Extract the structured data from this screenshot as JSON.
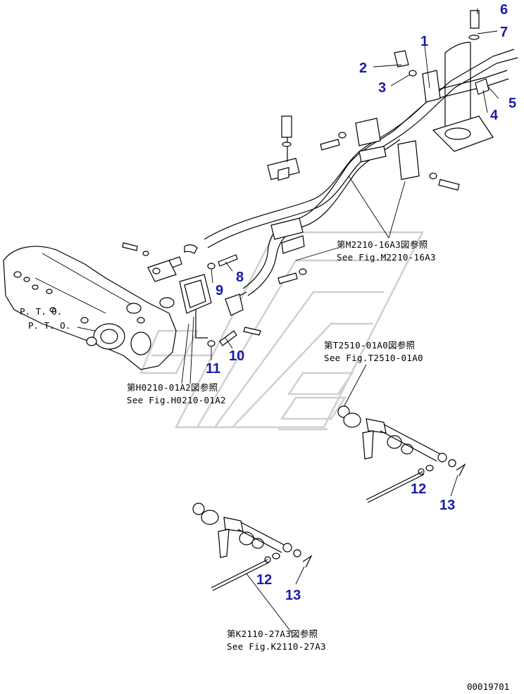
{
  "callouts": [
    "1",
    "2",
    "3",
    "4",
    "5",
    "6",
    "7",
    "8",
    "9",
    "10",
    "11",
    "12",
    "13",
    "12",
    "13"
  ],
  "references": [
    {
      "jp": "第M2210-16A3図参照",
      "en": "See Fig.M2210-16A3"
    },
    {
      "jp": "第T2510-01A0図参照",
      "en": "See Fig.T2510-01A0"
    },
    {
      "jp": "第H0210-01A2図参照",
      "en": "See Fig.H0210-01A2"
    },
    {
      "jp": "第K2110-27A3図参照",
      "en": "See Fig.K2110-27A3"
    }
  ],
  "pto_labels": [
    "P. T. O.",
    "P. T. O."
  ],
  "drawing_number": "00019701",
  "colors": {
    "callout": "#1a1aaa",
    "line": "#000000",
    "watermark": "#cfcfcf"
  }
}
